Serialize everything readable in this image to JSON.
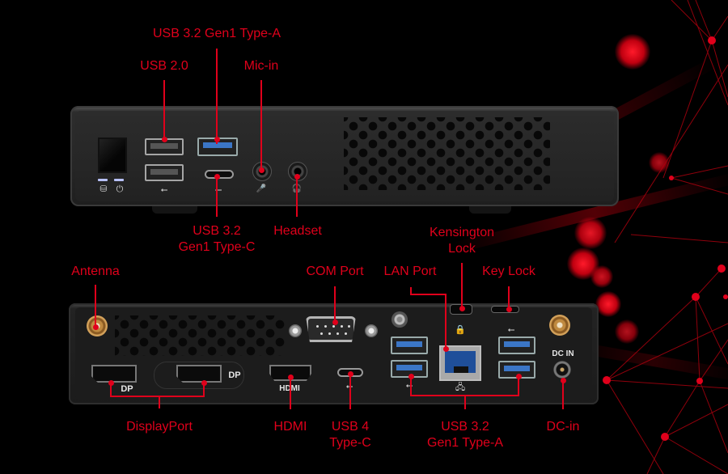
{
  "image": {
    "description": "Mini PC front and rear I/O port diagram",
    "background": "black with red network particle graphic",
    "accent_color": "#e0001b"
  },
  "front_panel": {
    "labels": {
      "usb32_type_a": "USB 3.2 Gen1 Type-A",
      "usb20": "USB 2.0",
      "mic_in": "Mic-in",
      "usb32_type_c_line1": "USB 3.2",
      "usb32_type_c_line2": "Gen1 Type-C",
      "headset": "Headset"
    },
    "icons": {
      "hdd_led": "⛁",
      "power": "⏻",
      "usb_symbol_1": "⭠",
      "usb_symbol_2": "⭠",
      "mic": "🎤",
      "headset": "🎧"
    }
  },
  "rear_panel": {
    "labels": {
      "antenna": "Antenna",
      "com_port": "COM Port",
      "lan_port": "LAN Port",
      "kensington_line1": "Kensington",
      "kensington_line2": "Lock",
      "key_lock": "Key Lock",
      "displayport": "DisplayPort",
      "hdmi": "HDMI",
      "usb4_line1": "USB 4",
      "usb4_line2": "Type-C",
      "usb32_line1": "USB 3.2",
      "usb32_line2": "Gen1 Type-A",
      "dc_in": "DC-in"
    },
    "silkscreen": {
      "dp1": "DP",
      "dp2": "DP",
      "hdmi": "HDMI",
      "dc_in": "DC IN"
    }
  }
}
